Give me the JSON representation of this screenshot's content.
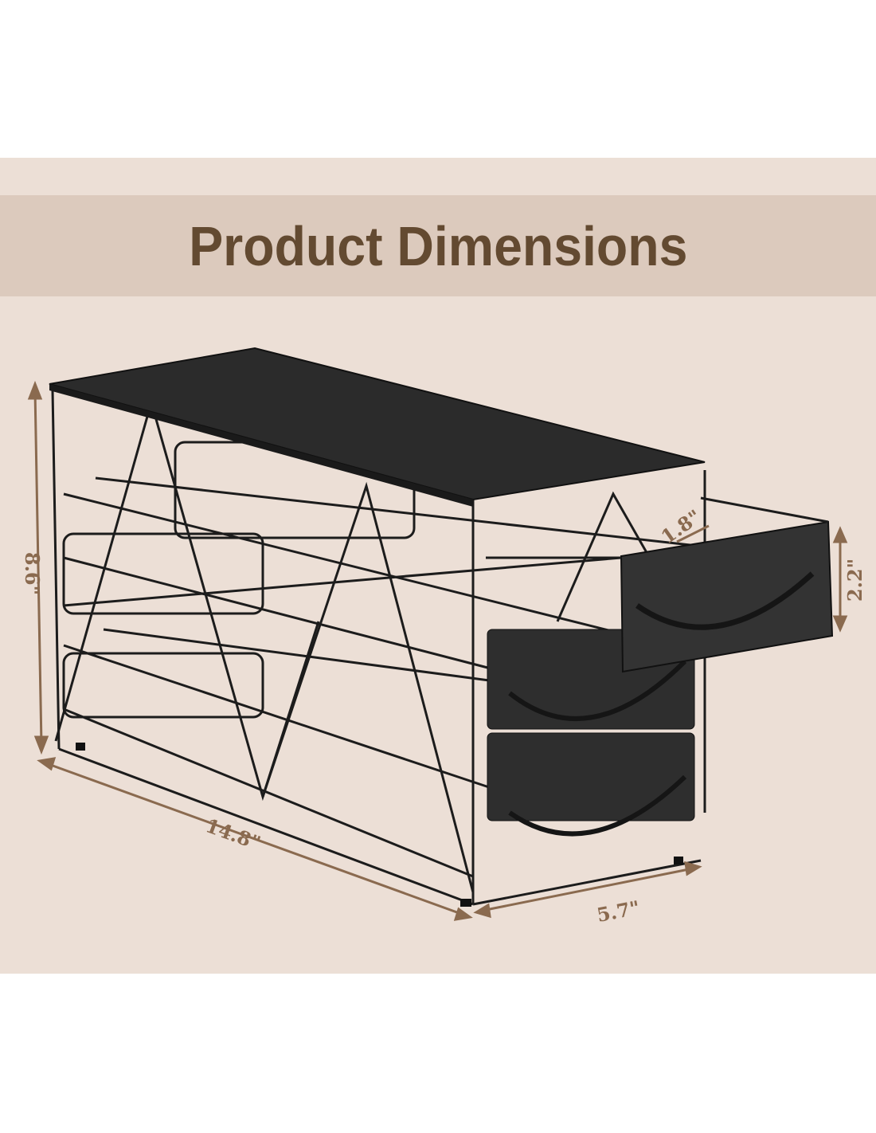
{
  "title": "Product Dimensions",
  "dimensions": {
    "height": "8.6\"",
    "length": "14.8\"",
    "depth": "5.7\"",
    "drawer_depth": "1.8\"",
    "drawer_height": "2.2\""
  },
  "colors": {
    "background": "#ecdfd6",
    "banner": "#dccabd",
    "title": "#634a31",
    "dimension": "#8a6a4f",
    "product": "#2a2a2a"
  }
}
